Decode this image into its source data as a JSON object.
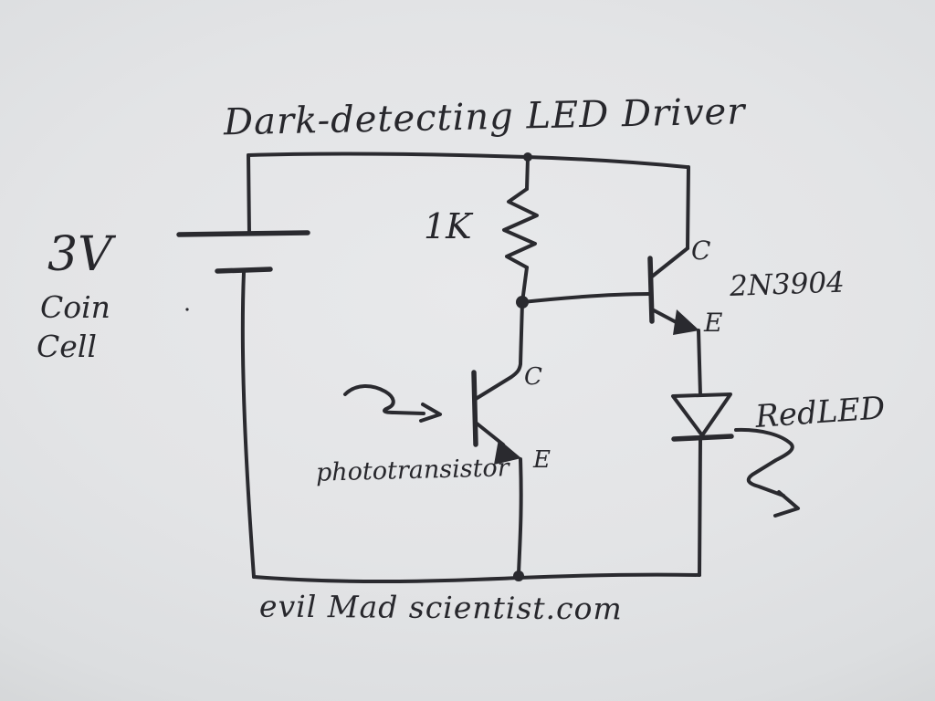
{
  "photo": {
    "paper_color": "#e3e4e6",
    "edge_color": "#c3c5c5",
    "ink_color": "#2a2a2f"
  },
  "title": "Dark-detecting LED Driver",
  "credit": "evil Mad scientist.com",
  "battery": {
    "voltage": "3V",
    "type_line1": "Coin",
    "type_line2": "Cell"
  },
  "resistor": {
    "value": "1K"
  },
  "npn_transistor": {
    "part": "2N3904",
    "collector": "C",
    "emitter": "E"
  },
  "phototransistor": {
    "label": "phototransistor",
    "collector": "C",
    "emitter": "E"
  },
  "led": {
    "label": "RedLED"
  }
}
